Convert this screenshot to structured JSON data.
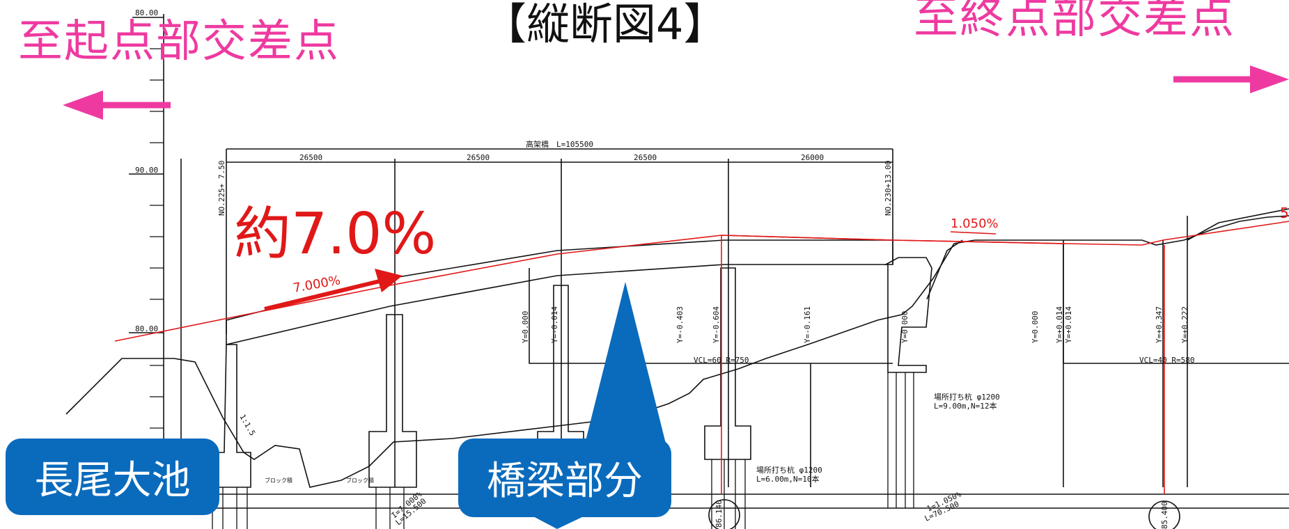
{
  "title": "【縦断図4】",
  "left_direction": "至起点部交差点",
  "right_direction": "至終点部交差点",
  "callouts": {
    "left": "長尾大池",
    "bridge": "橋梁部分"
  },
  "grade_annotation": "約7.0%",
  "drawing": {
    "bridge_label": "高架橋　L=105500",
    "spans": [
      "26500",
      "26500",
      "26500",
      "26000"
    ],
    "station_left": "NO.225+ 7.50",
    "station_right": "NO.230+13.00",
    "elev_labels": [
      "80.00",
      "90.00",
      "80.00"
    ],
    "grade_left": "7.000%",
    "grade_right": "1.050%",
    "grade_right_cut": "5",
    "y_labels_a": [
      "Y=0.000",
      "Y=-0.014",
      "Y=-0.403",
      "Y=-0.604",
      "Y=-0.161",
      "Y=0.000"
    ],
    "y_labels_b": [
      "Y=0.000",
      "Y=+0.014",
      "Y=+0.014",
      "Y=+0.347",
      "Y=+0.222"
    ],
    "vcl_left": "VCL=60 R=750",
    "vcl_right": "VCL=40 R=580",
    "pile_a_1": "場所打ち杭 φ1200",
    "pile_a_2": "L=9.00m,N=12本",
    "pile_b_1": "場所打ち杭 φ1200",
    "pile_b_2": "L=6.00m,N=10本",
    "slope_label": "1:1.5",
    "bottom_grade_1": "1=1.050%",
    "bottom_grade_2": "L=70.500",
    "bottom_grade_3": "I=7.000%",
    "bottom_grade_4": "L=15.500",
    "circle_label_1": "86.140",
    "circle_label_2": "85.400",
    "block_label": "ブロック積"
  },
  "colors": {
    "pink": "#ee3aa0",
    "red": "#e01818",
    "blue": "#0a6bbd",
    "line": "#111111"
  }
}
